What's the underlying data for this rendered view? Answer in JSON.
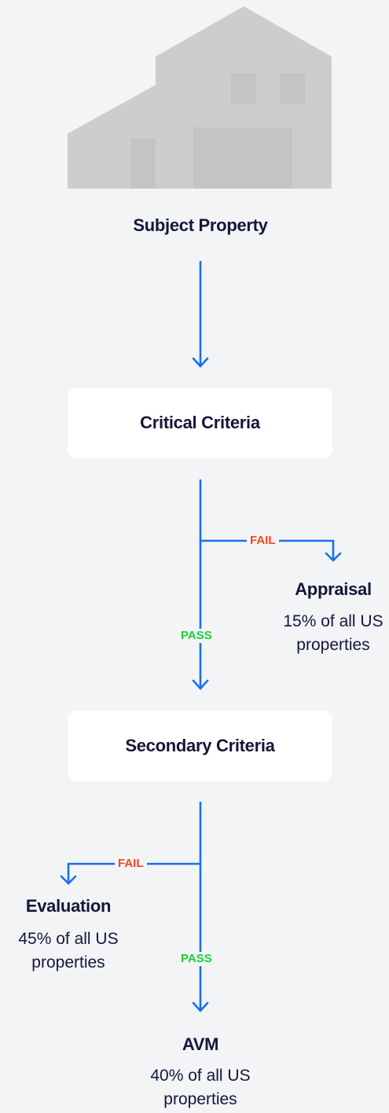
{
  "subject": {
    "title": "Subject Property",
    "icon": "house-icon"
  },
  "critical": {
    "label": "Critical Criteria"
  },
  "secondary": {
    "label": "Secondary Criteria"
  },
  "branch1": {
    "fail_label": "FAIL",
    "pass_label": "PASS"
  },
  "branch2": {
    "fail_label": "FAIL",
    "pass_label": "PASS"
  },
  "appraisal": {
    "title": "Appraisal",
    "line1": "15% of all US",
    "line2": "properties"
  },
  "evaluation": {
    "title": "Evaluation",
    "line1": "45% of all US",
    "line2": "properties"
  },
  "avm": {
    "title": "AVM",
    "line1": "40% of all US",
    "line2": "properties"
  },
  "colors": {
    "background": "#f2f4f6",
    "line": "#1a6ff0",
    "fail": "#ee4a1c",
    "pass": "#1dcf38",
    "text": "#16163a",
    "house": "#cdcdcd"
  }
}
